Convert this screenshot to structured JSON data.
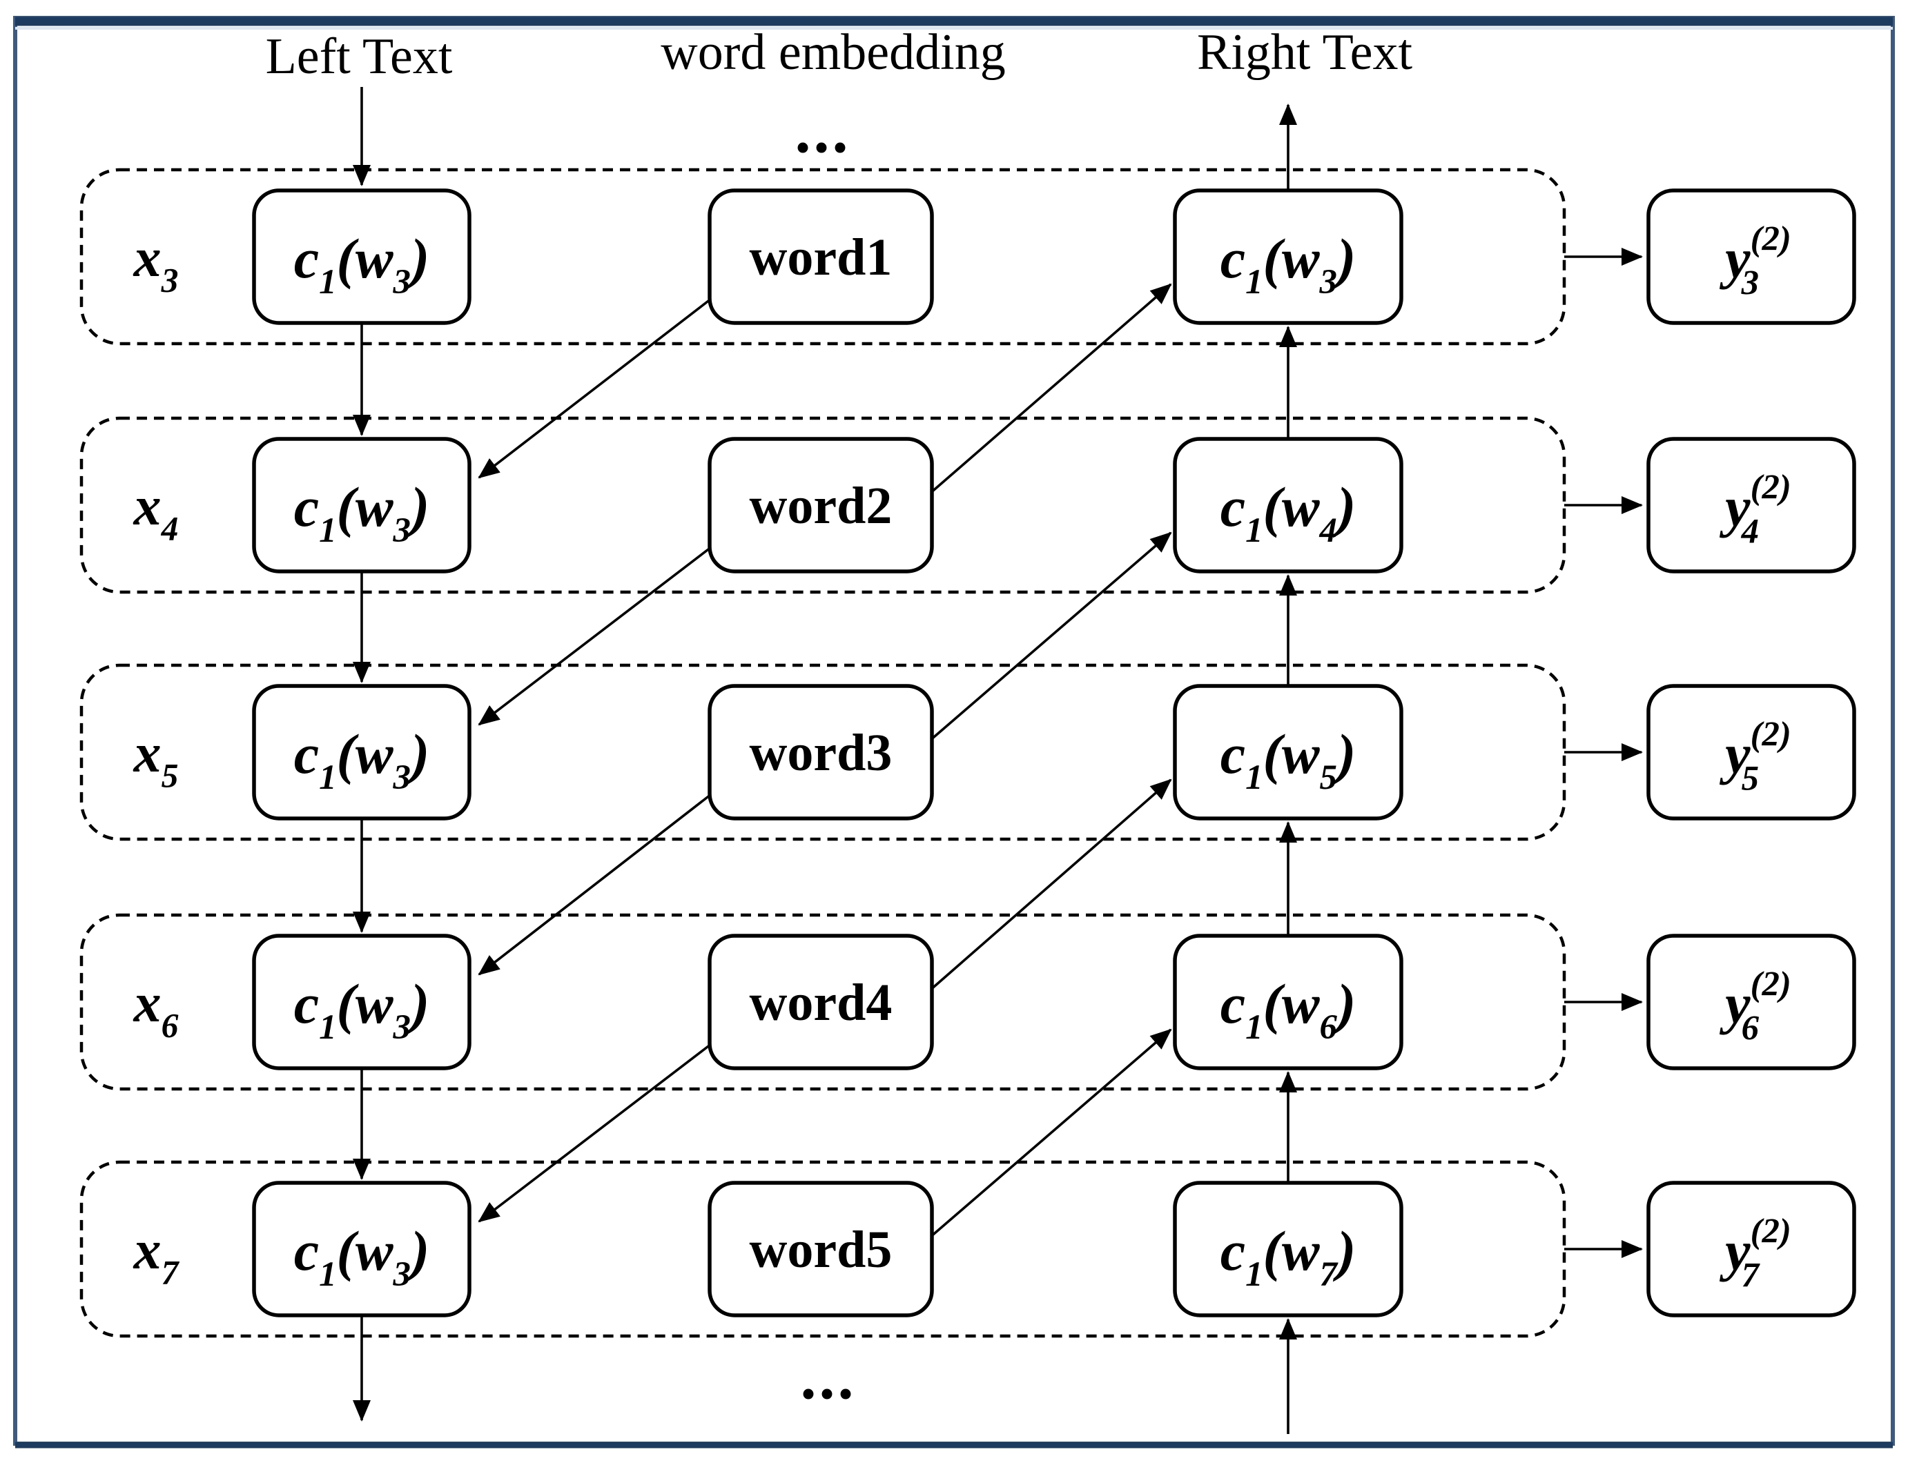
{
  "colors": {
    "frame_side": "#3c5a82",
    "frame_bar": "#1d3a5f",
    "frame_accent": "#dce6f2",
    "ink": "#000000",
    "background": "#ffffff"
  },
  "headers": {
    "left": "Left Text",
    "middle": "word embedding",
    "right": "Right Text",
    "top_ellipsis": "...",
    "bottom_ellipsis": "..."
  },
  "rows": [
    {
      "label": [
        {
          "t": "x"
        },
        {
          "t": "3",
          "sub": true
        }
      ],
      "left_box": [
        {
          "t": "c"
        },
        {
          "t": "1",
          "sub": true
        },
        {
          "t": "(w"
        },
        {
          "t": "3",
          "sub": true
        },
        {
          "t": ")"
        }
      ],
      "word": "word1",
      "right_box": [
        {
          "t": "c"
        },
        {
          "t": "1",
          "sub": true
        },
        {
          "t": "(w"
        },
        {
          "t": "3",
          "sub": true
        },
        {
          "t": ")"
        }
      ],
      "output": [
        {
          "t": "y"
        },
        {
          "t": "(2)",
          "sup": true
        },
        {
          "t": "3",
          "under": true
        }
      ]
    },
    {
      "label": [
        {
          "t": "x"
        },
        {
          "t": "4",
          "sub": true
        }
      ],
      "left_box": [
        {
          "t": "c"
        },
        {
          "t": "1",
          "sub": true
        },
        {
          "t": "(w"
        },
        {
          "t": "3",
          "sub": true
        },
        {
          "t": ")"
        }
      ],
      "word": "word2",
      "right_box": [
        {
          "t": "c"
        },
        {
          "t": "1",
          "sub": true
        },
        {
          "t": "(w"
        },
        {
          "t": "4",
          "sub": true
        },
        {
          "t": ")"
        }
      ],
      "output": [
        {
          "t": "y"
        },
        {
          "t": "(2)",
          "sup": true
        },
        {
          "t": "4",
          "under": true
        }
      ]
    },
    {
      "label": [
        {
          "t": "x"
        },
        {
          "t": "5",
          "sub": true
        }
      ],
      "left_box": [
        {
          "t": "c"
        },
        {
          "t": "1",
          "sub": true
        },
        {
          "t": "(w"
        },
        {
          "t": "3",
          "sub": true
        },
        {
          "t": ")"
        }
      ],
      "word": "word3",
      "right_box": [
        {
          "t": "c"
        },
        {
          "t": "1",
          "sub": true
        },
        {
          "t": "(w"
        },
        {
          "t": "5",
          "sub": true
        },
        {
          "t": ")"
        }
      ],
      "output": [
        {
          "t": "y"
        },
        {
          "t": "(2)",
          "sup": true
        },
        {
          "t": "5",
          "under": true
        }
      ]
    },
    {
      "label": [
        {
          "t": "x"
        },
        {
          "t": "6",
          "sub": true
        }
      ],
      "left_box": [
        {
          "t": "c"
        },
        {
          "t": "1",
          "sub": true
        },
        {
          "t": "(w"
        },
        {
          "t": "3",
          "sub": true
        },
        {
          "t": ")"
        }
      ],
      "word": "word4",
      "right_box": [
        {
          "t": "c"
        },
        {
          "t": "1",
          "sub": true
        },
        {
          "t": "(w"
        },
        {
          "t": "6",
          "sub": true
        },
        {
          "t": ")"
        }
      ],
      "output": [
        {
          "t": "y"
        },
        {
          "t": "(2)",
          "sup": true
        },
        {
          "t": "6",
          "under": true
        }
      ]
    },
    {
      "label": [
        {
          "t": "x"
        },
        {
          "t": "7",
          "sub": true
        }
      ],
      "left_box": [
        {
          "t": "c"
        },
        {
          "t": "1",
          "sub": true
        },
        {
          "t": "(w"
        },
        {
          "t": "3",
          "sub": true
        },
        {
          "t": ")"
        }
      ],
      "word": "word5",
      "right_box": [
        {
          "t": "c"
        },
        {
          "t": "1",
          "sub": true
        },
        {
          "t": "(w"
        },
        {
          "t": "7",
          "sub": true
        },
        {
          "t": ")"
        }
      ],
      "output": [
        {
          "t": "y"
        },
        {
          "t": "(2)",
          "sup": true
        },
        {
          "t": "7",
          "under": true
        }
      ]
    }
  ]
}
